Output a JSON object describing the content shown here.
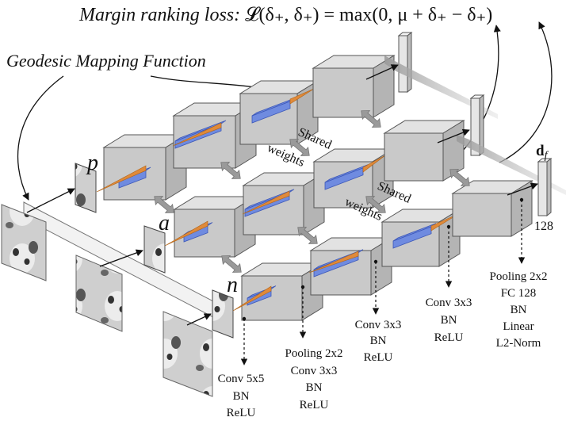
{
  "title": {
    "loss_prefix": "Margin ranking loss: ",
    "loss_formula": "𝓛(δ₊, δ₊) = max(0, μ + δ₊ − δ₊)"
  },
  "geodesic_label": "Geodesic Mapping Function",
  "branch_letters": {
    "p": "p",
    "a": "a",
    "n": "n"
  },
  "shared_weights": {
    "line1": "Shared",
    "line2": "weights"
  },
  "output": {
    "feature_label": "d",
    "feature_subscript": "f",
    "dimension": "128"
  },
  "layer_labels": {
    "conv5": [
      "Conv 5x5",
      "BN",
      "ReLU"
    ],
    "pool_conv3": [
      "Pooling 2x2",
      "Conv 3x3",
      "BN",
      "ReLU"
    ],
    "conv3_a": [
      "Conv 3x3",
      "BN",
      "ReLU"
    ],
    "conv3_b": [
      "Conv 3x3",
      "BN",
      "ReLU"
    ],
    "pool_fc": [
      "Pooling 2x2",
      "FC 128",
      "BN",
      "Linear",
      "L2-Norm"
    ]
  },
  "colors": {
    "kernel": "#6f8be0",
    "cone": "#e08a3a",
    "box": "#c9c9c9"
  }
}
